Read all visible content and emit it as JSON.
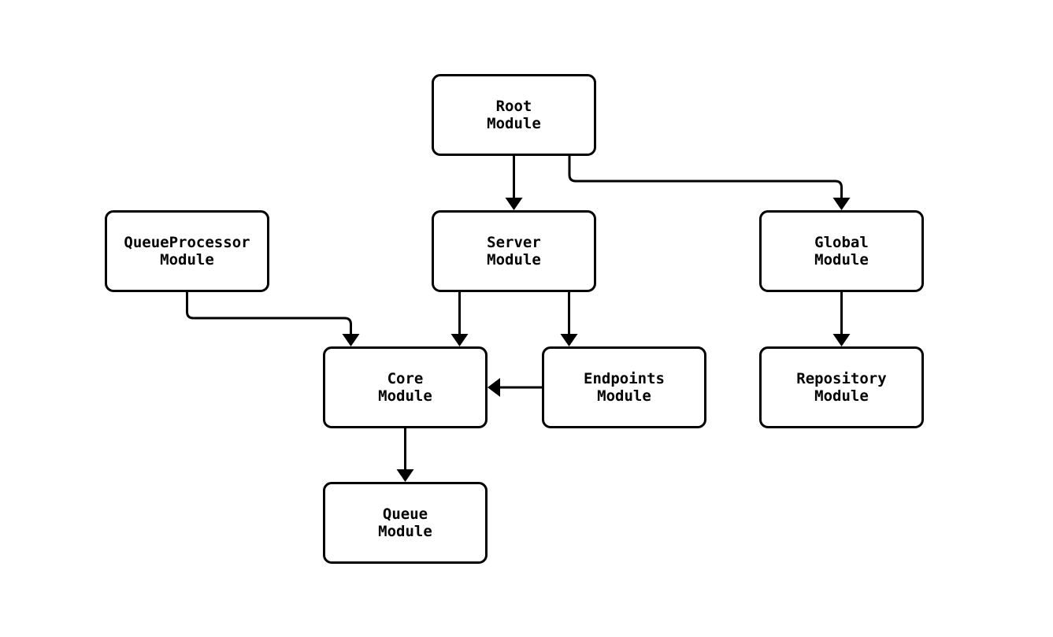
{
  "diagram": {
    "kind": "module-dependency-graph",
    "background_color": "#ffffff",
    "node_fill_color": "#ffffff",
    "node_border_color": "#000000",
    "edge_color": "#000000",
    "text_color": "#000000",
    "nodes": [
      {
        "id": "root",
        "lines": [
          "Root",
          "Module"
        ]
      },
      {
        "id": "queueprocessor",
        "lines": [
          "QueueProcessor",
          "Module"
        ]
      },
      {
        "id": "server",
        "lines": [
          "Server",
          "Module"
        ]
      },
      {
        "id": "global",
        "lines": [
          "Global",
          "Module"
        ]
      },
      {
        "id": "core",
        "lines": [
          "Core",
          "Module"
        ]
      },
      {
        "id": "endpoints",
        "lines": [
          "Endpoints",
          "Module"
        ]
      },
      {
        "id": "repository",
        "lines": [
          "Repository",
          "Module"
        ]
      },
      {
        "id": "queue",
        "lines": [
          "Queue",
          "Module"
        ]
      }
    ],
    "edges": [
      {
        "from": "root",
        "to": "server"
      },
      {
        "from": "root",
        "to": "global"
      },
      {
        "from": "server",
        "to": "core"
      },
      {
        "from": "server",
        "to": "endpoints"
      },
      {
        "from": "queueprocessor",
        "to": "core"
      },
      {
        "from": "endpoints",
        "to": "core"
      },
      {
        "from": "global",
        "to": "repository"
      },
      {
        "from": "core",
        "to": "queue"
      }
    ]
  }
}
